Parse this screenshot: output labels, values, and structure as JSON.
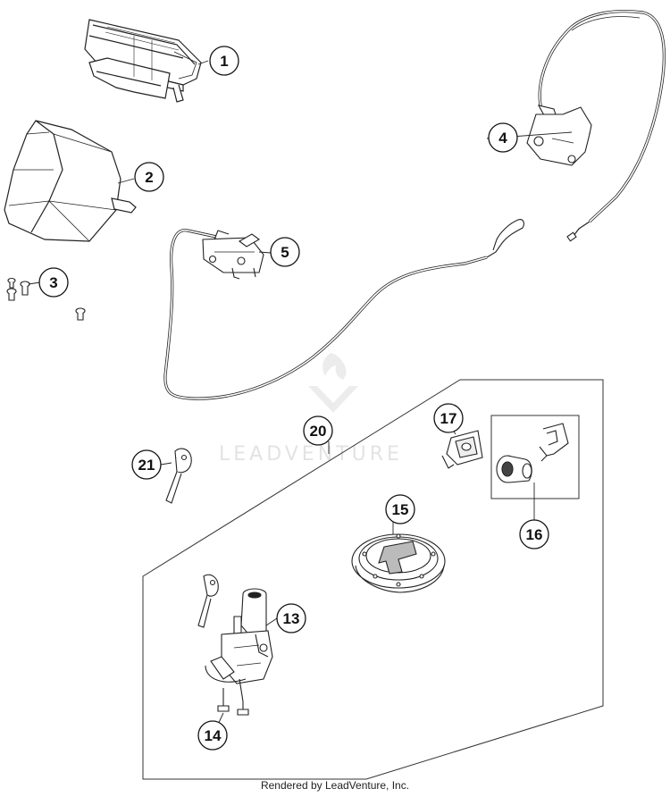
{
  "watermark": {
    "text": "LEADVENTURE"
  },
  "footer": {
    "text": "Rendered by LeadVenture, Inc."
  },
  "callouts": [
    {
      "id": "1",
      "label": "1"
    },
    {
      "id": "2",
      "label": "2"
    },
    {
      "id": "3",
      "label": "3"
    },
    {
      "id": "4",
      "label": "4"
    },
    {
      "id": "5",
      "label": "5"
    },
    {
      "id": "13",
      "label": "13"
    },
    {
      "id": "14",
      "label": "14"
    },
    {
      "id": "15",
      "label": "15"
    },
    {
      "id": "16",
      "label": "16"
    },
    {
      "id": "17",
      "label": "17"
    },
    {
      "id": "20",
      "label": "20"
    },
    {
      "id": "21",
      "label": "21"
    }
  ]
}
